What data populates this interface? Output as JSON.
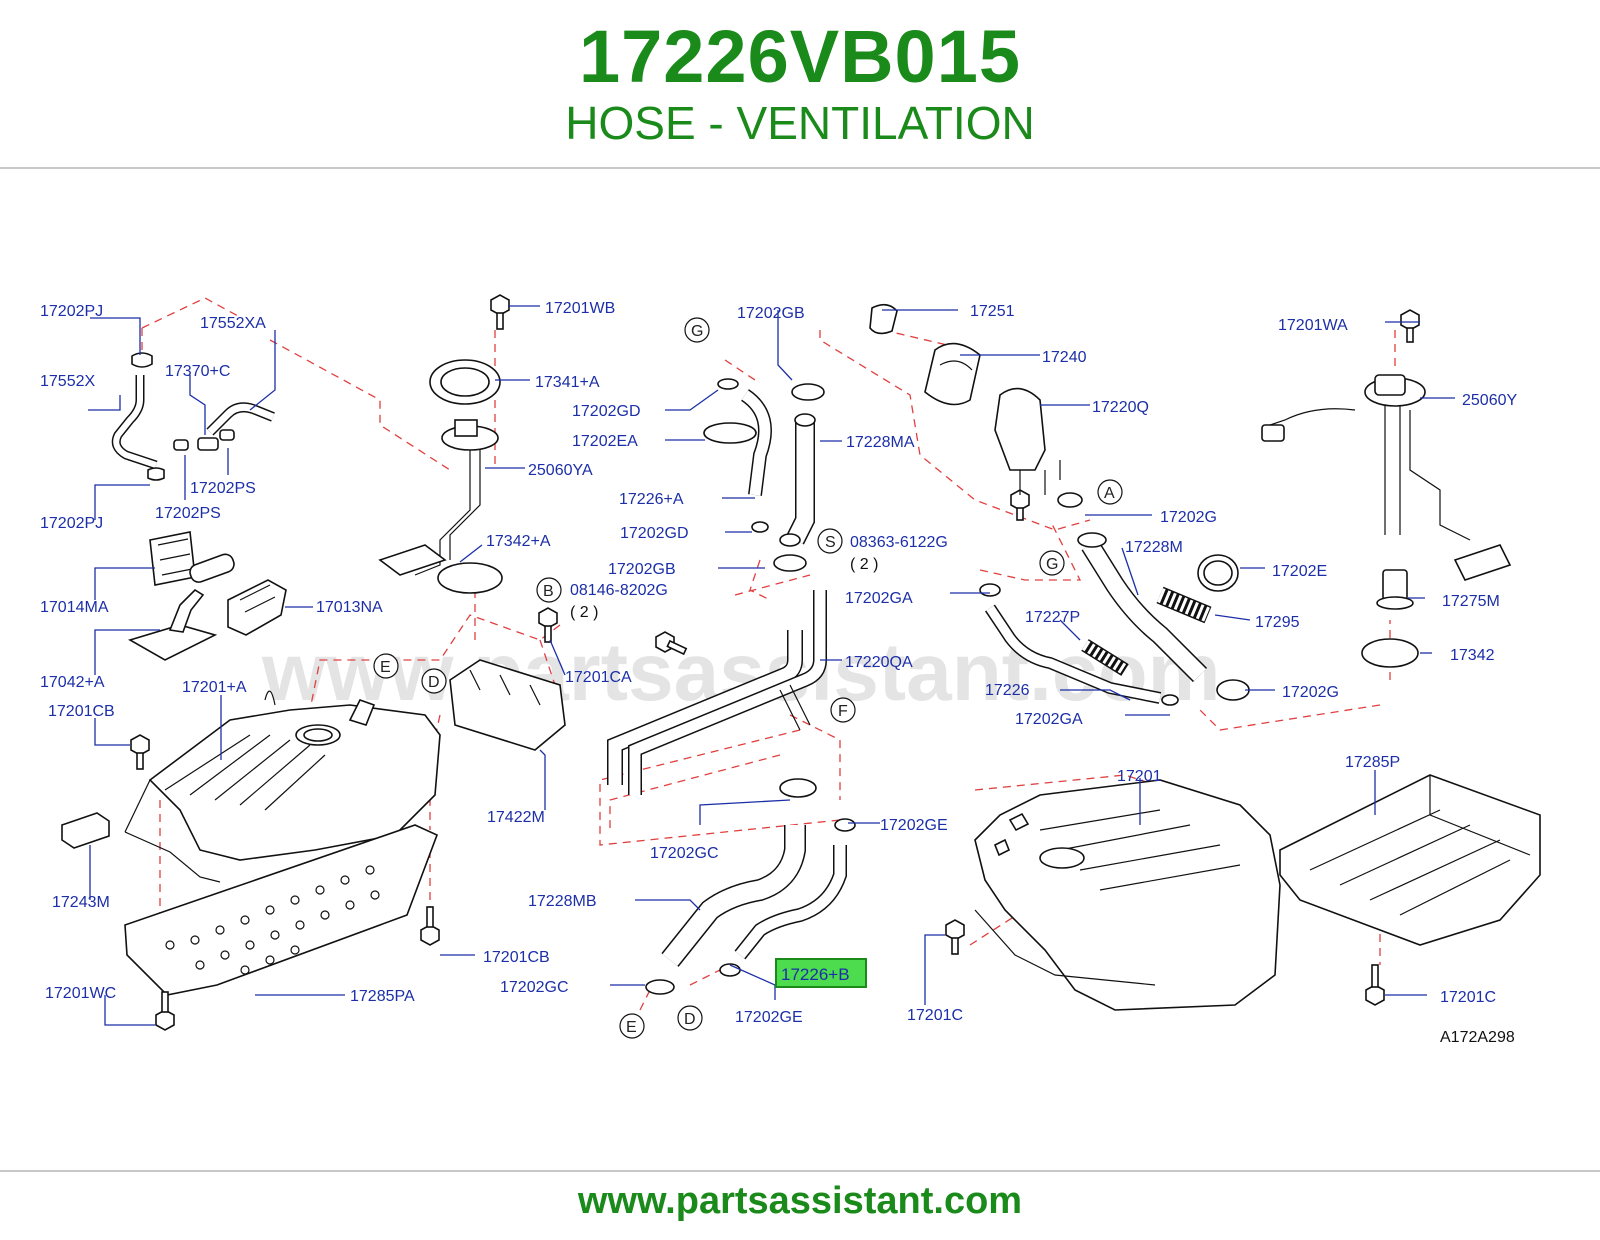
{
  "header": {
    "part_number": "17226VB015",
    "part_name": "HOSE - VENTILATION"
  },
  "footer": {
    "url": "www.partsassistant.com"
  },
  "watermark": "www.partsassistant.com",
  "diagram_code": "A172A298",
  "highlighted_label": "17226+B",
  "colors": {
    "title": "#1a8a1a",
    "label": "#1c2fa8",
    "highlight": "#4ddc4d",
    "dash": "#e04040"
  },
  "labels": {
    "l17202PJ_a": "17202PJ",
    "l17552XA": "17552XA",
    "l17552X": "17552X",
    "l17370C": "17370+C",
    "l17202PS_a": "17202PS",
    "l17202PJ_b": "17202PJ",
    "l17202PS_b": "17202PS",
    "l17014MA": "17014MA",
    "l17013NA": "17013NA",
    "l17042A": "17042+A",
    "l17201A": "17201+A",
    "l17201CB_a": "17201CB",
    "l17243M": "17243M",
    "l17201WC": "17201WC",
    "l17285PA": "17285PA",
    "l17201CB_b": "17201CB",
    "l17201WB": "17201WB",
    "l17341A": "17341+A",
    "l25060YA": "25060YA",
    "l17342A": "17342+A",
    "l08146": "08146-8202G",
    "l08146q": "( 2 )",
    "l17201CA": "17201CA",
    "l17422M": "17422M",
    "l17202GB_a": "17202GB",
    "l17202GD_a": "17202GD",
    "l17202EA": "17202EA",
    "l17228MA": "17228MA",
    "l17226A": "17226+A",
    "l17202GD_b": "17202GD",
    "l17202GB_b": "17202GB",
    "l08363": "08363-6122G",
    "l08363q": "( 2 )",
    "l17220QA": "17220QA",
    "l17202GA_a": "17202GA",
    "l17202GE_a": "17202GE",
    "l17202GC_a": "17202GC",
    "l17228MB": "17228MB",
    "l17202GC_b": "17202GC",
    "l17202GE_b": "17202GE",
    "l17251": "17251",
    "l17240": "17240",
    "l17220Q": "17220Q",
    "l17202G_a": "17202G",
    "l17228M": "17228M",
    "l17202E": "17202E",
    "l17295": "17295",
    "l17227P": "17227P",
    "l17226": "17226",
    "l17202GA_b": "17202GA",
    "l17202G_b": "17202G",
    "l17201WA": "17201WA",
    "l25060Y": "25060Y",
    "l17275M": "17275M",
    "l17342": "17342",
    "l17285P": "17285P",
    "l17201": "17201",
    "l17201C_a": "17201C",
    "l17201C_b": "17201C"
  },
  "callouts": {
    "G1": "G",
    "G2": "G",
    "A": "A",
    "S": "S",
    "B": "B",
    "E1": "E",
    "D1": "D",
    "F": "F",
    "E2": "E",
    "D2": "D"
  }
}
